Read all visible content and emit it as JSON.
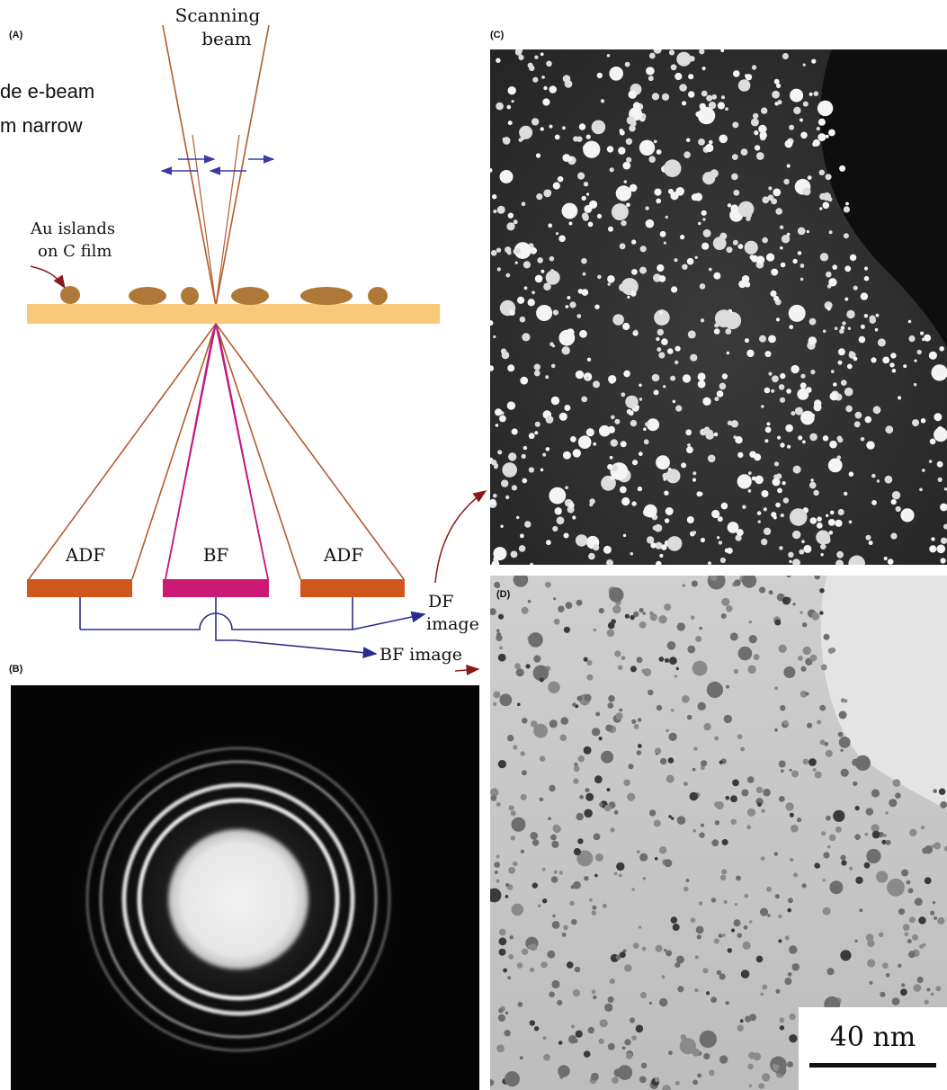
{
  "panels": {
    "a": "(A)",
    "b": "(B)",
    "c": "(C)",
    "d": "(D)"
  },
  "diagram": {
    "scanning_beam": [
      "Scanning",
      "beam"
    ],
    "cut_text": [
      "de e-beam",
      "m narrow"
    ],
    "au_islands": [
      "Au islands",
      "on C film"
    ],
    "detectors": {
      "adf_left": "ADF",
      "bf": "BF",
      "adf_right": "ADF"
    },
    "outputs": {
      "df": [
        "DF",
        "image"
      ],
      "bf": "BF image"
    }
  },
  "scale_bar": "40 nm",
  "colors": {
    "beam": "#b35c2c",
    "bf_cone": "#c0187a",
    "film": "#f9c97a",
    "islands": "#b07838",
    "adf_detector": "#d0561c",
    "bf_detector": "#cc1a74",
    "signal": "#2b2b8c",
    "scan_arrows": "#3a3aa8",
    "pointer": "#8a1a1a"
  }
}
